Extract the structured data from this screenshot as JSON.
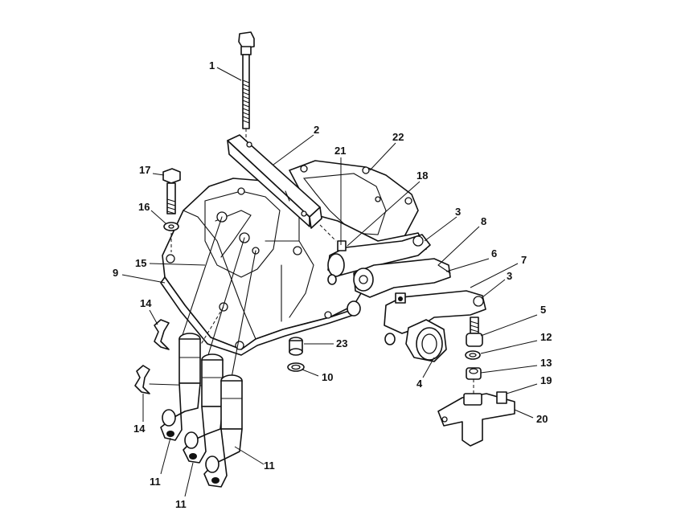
{
  "figure": {
    "callouts": [
      {
        "id": "c1",
        "text": "1"
      },
      {
        "id": "c2",
        "text": "2"
      },
      {
        "id": "c22",
        "text": "22"
      },
      {
        "id": "c21",
        "text": "21"
      },
      {
        "id": "c18",
        "text": "18"
      },
      {
        "id": "c17",
        "text": "17"
      },
      {
        "id": "c16",
        "text": "16"
      },
      {
        "id": "c15",
        "text": "15"
      },
      {
        "id": "c9",
        "text": "9"
      },
      {
        "id": "c3a",
        "text": "3"
      },
      {
        "id": "c8",
        "text": "8"
      },
      {
        "id": "c6",
        "text": "6"
      },
      {
        "id": "c7",
        "text": "7"
      },
      {
        "id": "c3b",
        "text": "3"
      },
      {
        "id": "c5",
        "text": "5"
      },
      {
        "id": "c12",
        "text": "12"
      },
      {
        "id": "c13",
        "text": "13"
      },
      {
        "id": "c19",
        "text": "19"
      },
      {
        "id": "c20",
        "text": "20"
      },
      {
        "id": "c4",
        "text": "4"
      },
      {
        "id": "c23",
        "text": "23"
      },
      {
        "id": "c10",
        "text": "10"
      },
      {
        "id": "c14a",
        "text": "14"
      },
      {
        "id": "c14b",
        "text": "14"
      },
      {
        "id": "c11a",
        "text": "11"
      },
      {
        "id": "c11b",
        "text": "11"
      },
      {
        "id": "c11c",
        "text": "11"
      }
    ]
  }
}
